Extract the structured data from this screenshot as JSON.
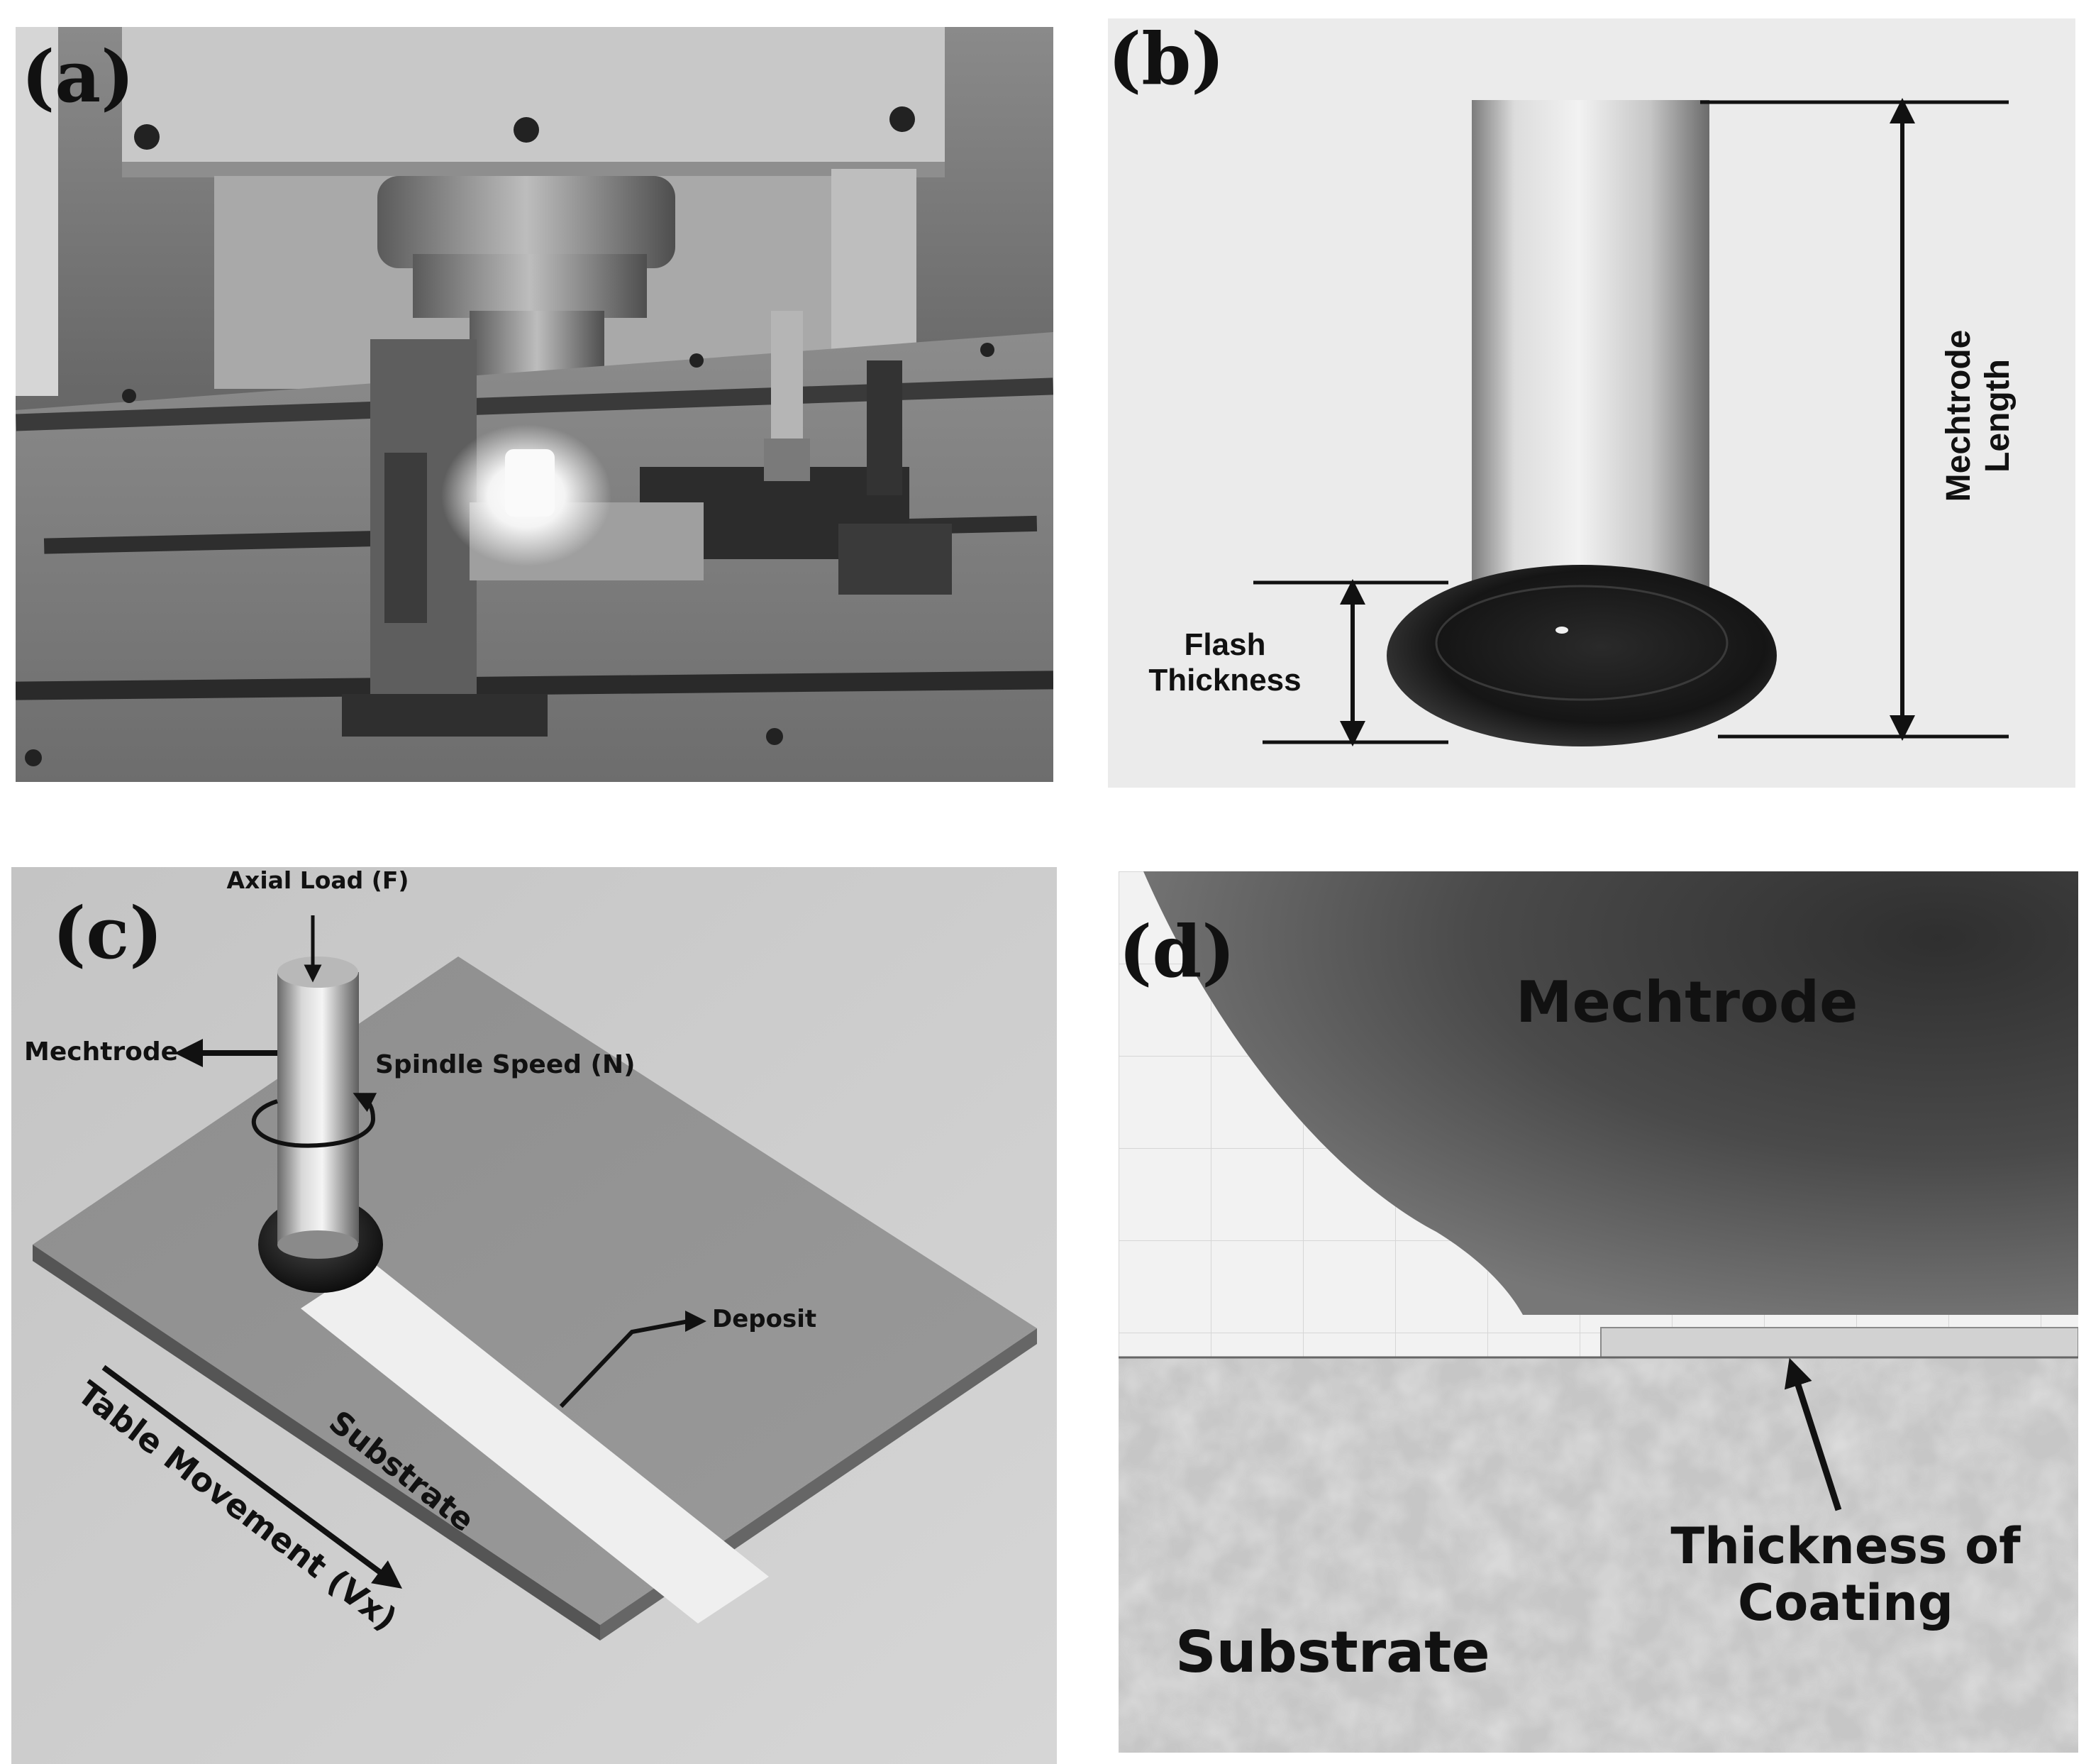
{
  "panels": {
    "a": {
      "label": "(a)"
    },
    "b": {
      "label": "(b)",
      "flash_thickness_line1": "Flash",
      "flash_thickness_line2": "Thickness",
      "mechtrode_length_line1": "Mechtrode",
      "mechtrode_length_line2": "Length"
    },
    "c": {
      "label": "(c)",
      "axial_load": "Axial Load (F)",
      "mechtrode": "Mechtrode",
      "spindle_speed": "Spindle Speed (N)",
      "deposit": "Deposit",
      "substrate": "Substrate",
      "table_movement": "Table Movement (Vx)"
    },
    "d": {
      "label": "(d)",
      "mechtrode": "Mechtrode",
      "thickness_line1": "Thickness of",
      "thickness_line2": "Coating",
      "substrate": "Substrate"
    }
  },
  "colors": {
    "panel_b_background": "#ebebeb",
    "panel_c_background": "#cfcfcf",
    "deposit": "#efefef",
    "text": "#111111"
  }
}
